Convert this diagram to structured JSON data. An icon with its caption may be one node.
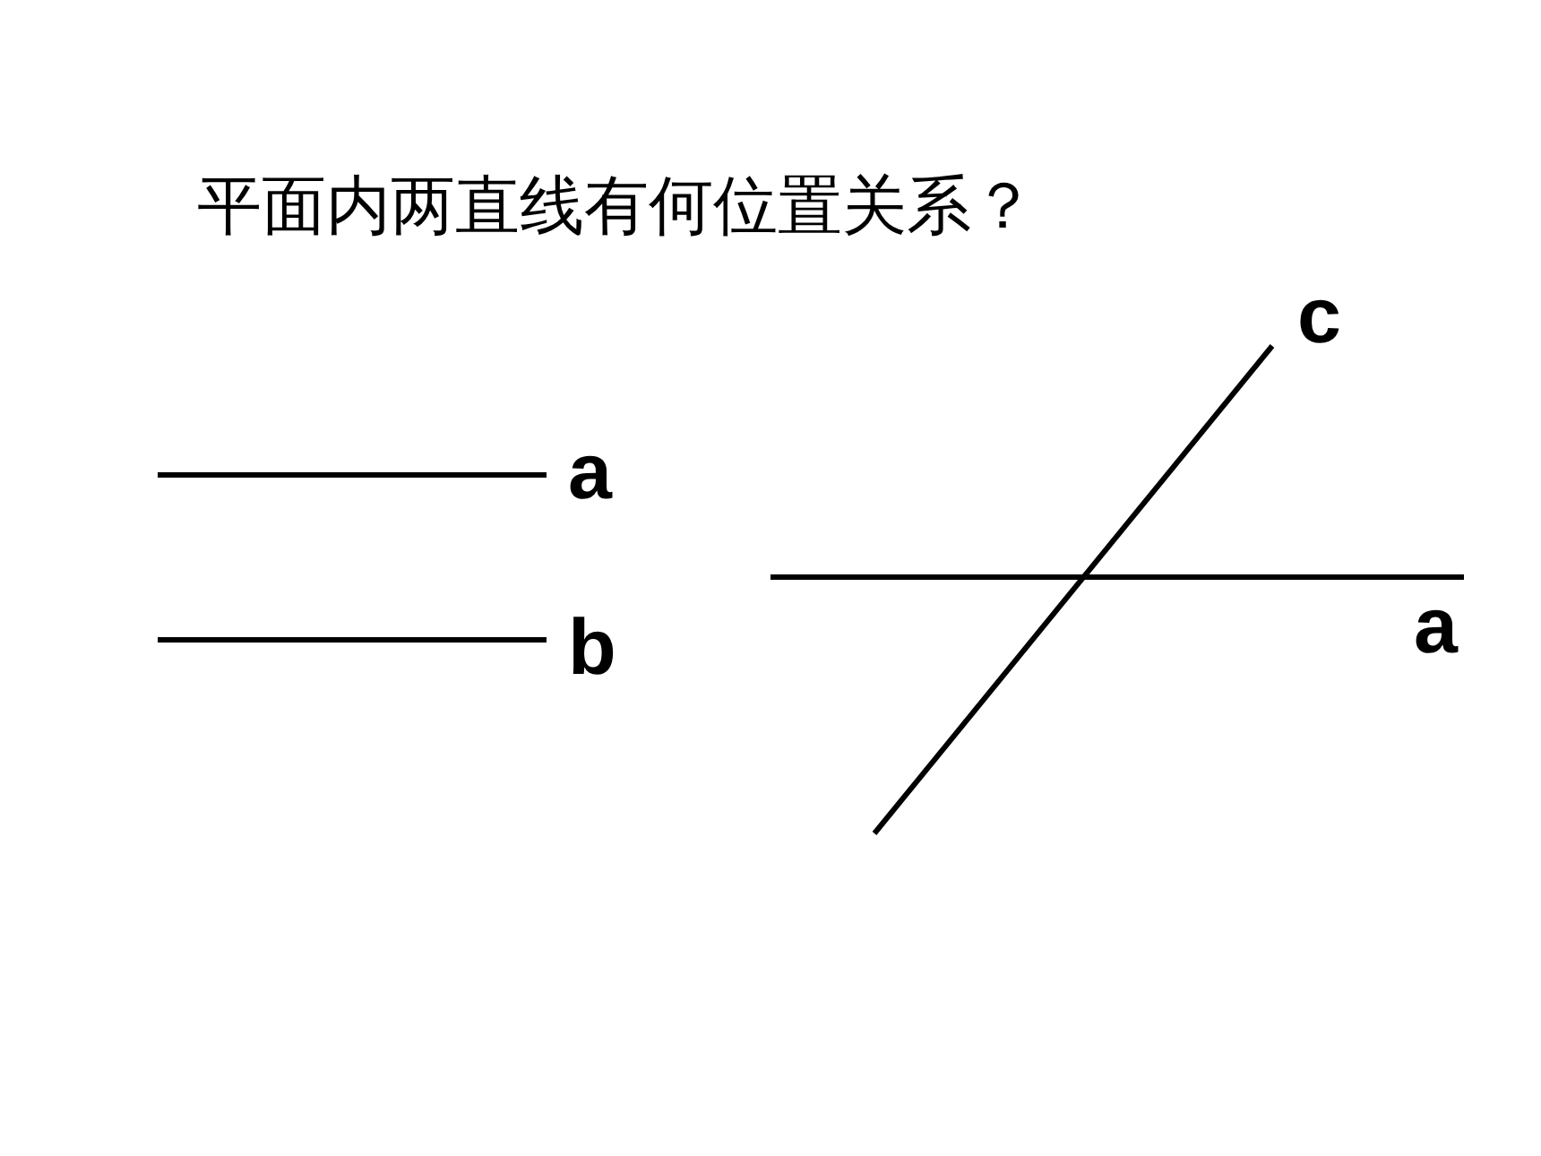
{
  "diagram": {
    "title": "平面内两直线有何位置关系？",
    "labels": [
      "a",
      "b",
      "c",
      "a"
    ]
  }
}
